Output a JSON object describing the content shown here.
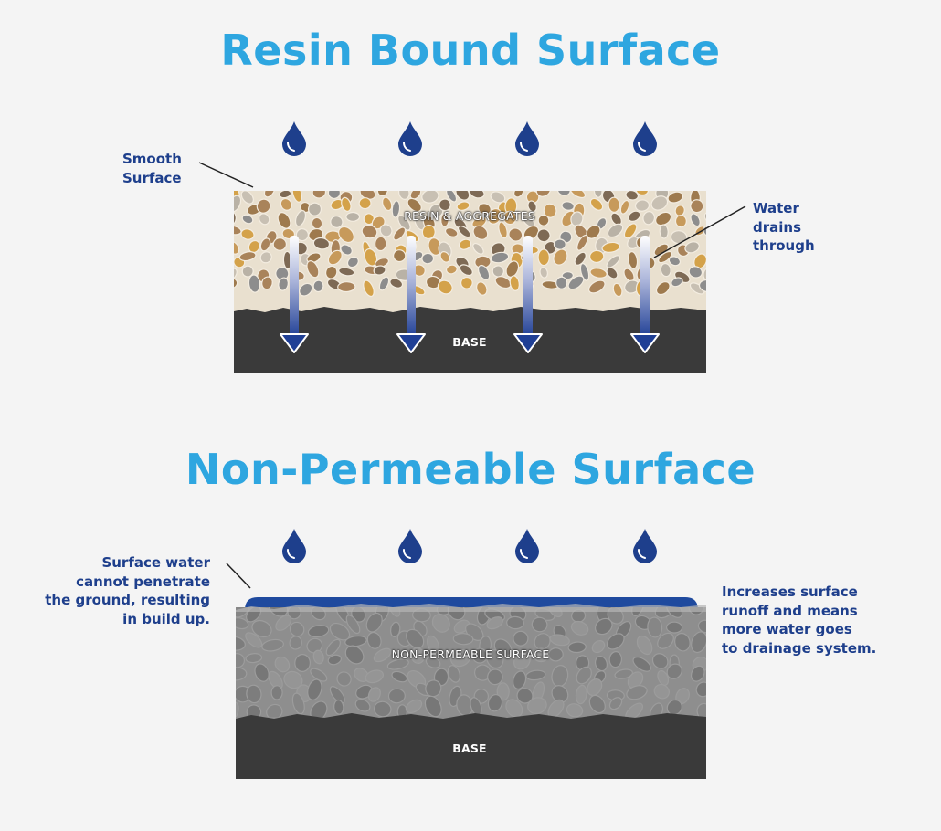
{
  "resin": {
    "title": "Resin Bound Surface",
    "note_left": "Smooth\nSurface",
    "note_right": "Water\ndrains\nthrough",
    "layer_top": "RESIN & AGGREGATES",
    "layer_base": "BASE"
  },
  "nonperm": {
    "title": "Non-Permeable Surface",
    "note_left": "Surface water\ncannot penetrate\nthe ground, resulting\nin build up.",
    "note_right": "Increases surface\nrunoff and means\nmore water goes\nto drainage system.",
    "layer_top": "NON-PERMEABLE SURFACE",
    "layer_base": "BASE"
  },
  "colors": {
    "title": "#2ea6e0",
    "note": "#1e3f8c",
    "drop": "#1e3f8c",
    "water_film": "#1f4a9e",
    "base": "#3a3a3a",
    "sand": "#e9e0cf",
    "gravel_bg": "#8e8e8e"
  }
}
